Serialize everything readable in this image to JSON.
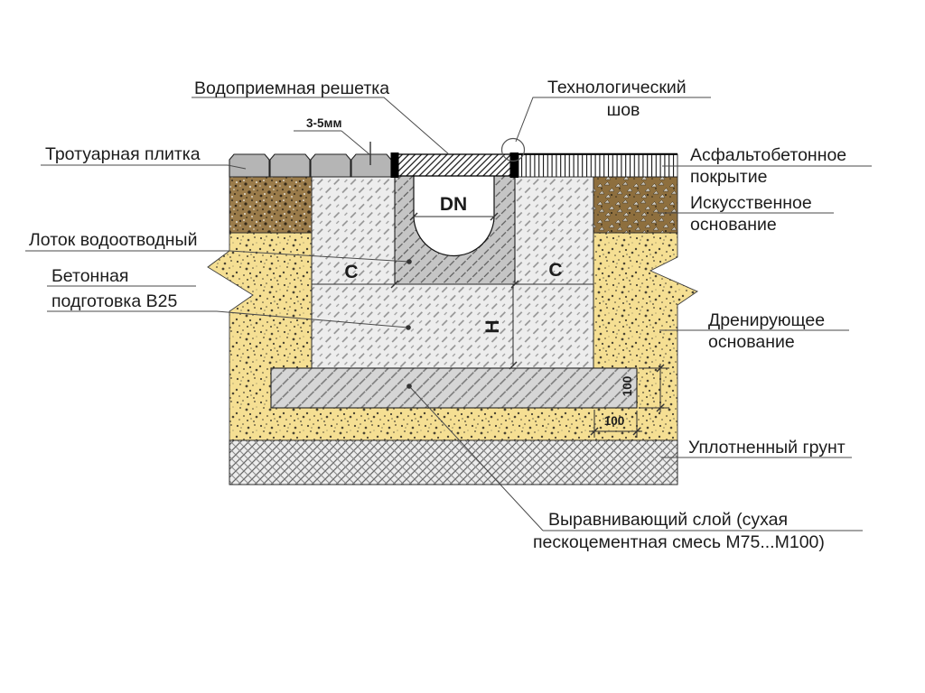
{
  "drawing": {
    "type": "construction-detail-cross-section",
    "callouts": {
      "grate": {
        "text": "Водоприемная решетка"
      },
      "tech_seam": {
        "line1": "Технологический",
        "line2": "шов"
      },
      "gap": {
        "text": "3-5мм"
      },
      "paving_tiles": {
        "text": "Тротуарная плитка"
      },
      "asphalt": {
        "line1": "Асфальтобетонное",
        "line2": "покрытие"
      },
      "artificial_base": {
        "line1": "Искусственное",
        "line2": "основание"
      },
      "drain_channel": {
        "text": "Лоток водоотводный"
      },
      "concrete_bed": {
        "line1": "Бетонная",
        "line2": "подготовка В25"
      },
      "drainage_base": {
        "line1": "Дренирующее",
        "line2": "основание"
      },
      "compacted_soil": {
        "text": "Уплотненный грунт"
      },
      "leveling_layer": {
        "line1": "Выравнивающий слой (сухая",
        "line2": "пескоцементная смесь М75...М100)"
      }
    },
    "dimensions": {
      "channel_width": "DN",
      "side_left": "C",
      "side_right": "C",
      "depth": "H",
      "slab_thickness": "100",
      "slab_overhang": "100"
    },
    "colors": {
      "background": "#ffffff",
      "sand": "#f5df93",
      "brown_left": "#9a7b4a",
      "brown_right": "#8e6f3e",
      "tile": "#b5b5b5",
      "concrete": "#ededed",
      "channel": "#c5c5c5",
      "slab": "#d6d6d6",
      "soil": "#ececec",
      "line": "#2b2b2b"
    }
  }
}
